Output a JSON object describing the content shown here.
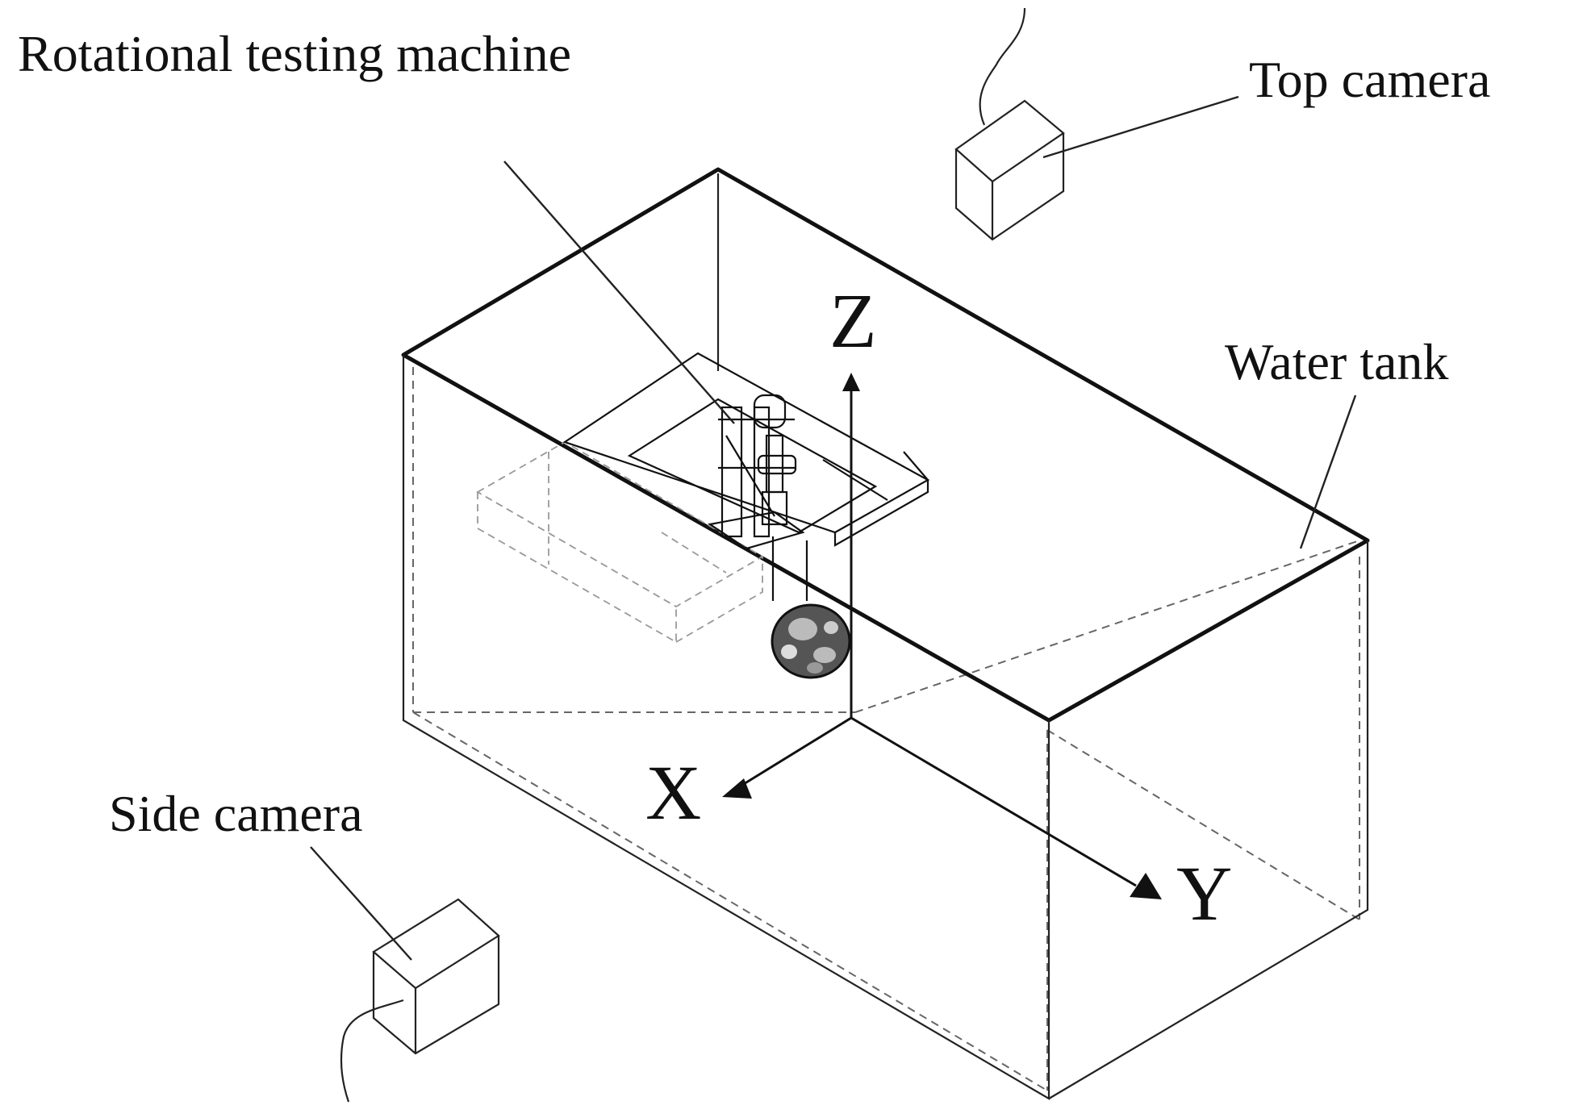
{
  "labels": {
    "rotational_testing_machine": "Rotational testing machine",
    "top_camera": "Top camera",
    "water_tank": "Water tank",
    "side_camera": "Side camera"
  },
  "axes": {
    "x": "X",
    "y": "Y",
    "z": "Z"
  },
  "colors": {
    "line": "#111111",
    "background": "#ffffff"
  }
}
